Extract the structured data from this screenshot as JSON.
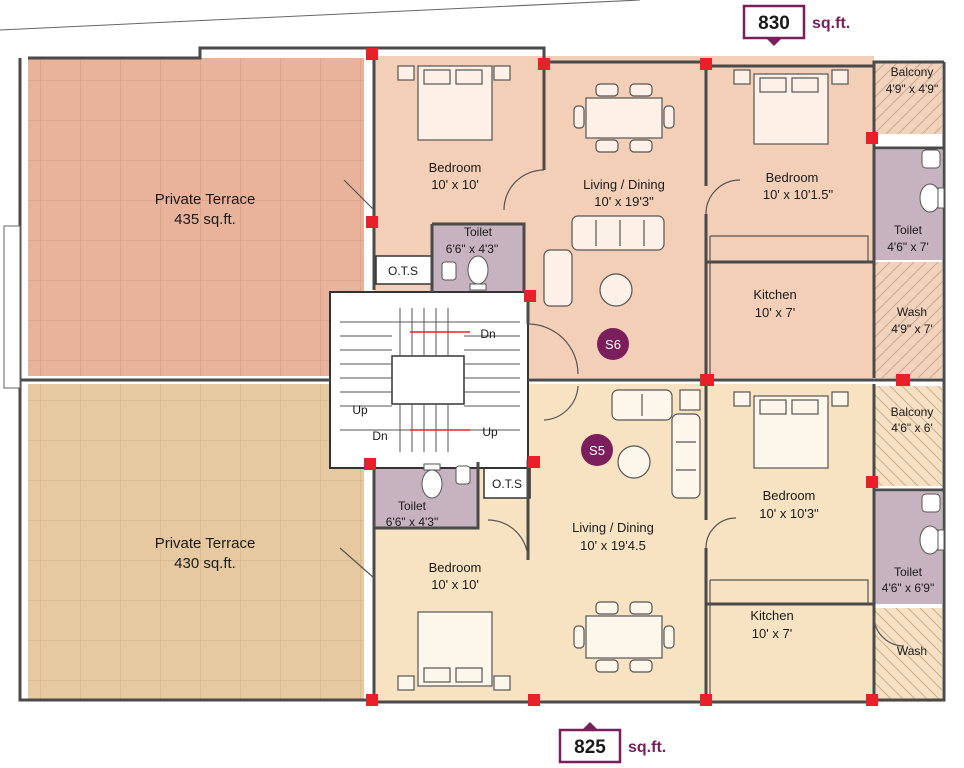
{
  "areas": {
    "top_value": "830",
    "top_unit": "sq.ft.",
    "bottom_value": "825",
    "bottom_unit": "sq.ft."
  },
  "units": {
    "s6": "S6",
    "s5": "S5"
  },
  "terraces": {
    "upper_name": "Private Terrace",
    "upper_area": "435  sq.ft.",
    "lower_name": "Private Terrace",
    "lower_area": "430  sq.ft."
  },
  "s6_rooms": {
    "bedroom1_name": "Bedroom",
    "bedroom1_size": "10' x 10'",
    "living_name": "Living / Dining",
    "living_size": "10' x 19'3\"",
    "bedroom2_name": "Bedroom",
    "bedroom2_size": "10' x 10'1.5\"",
    "balcony_name": "Balcony",
    "balcony_size": "4'9\" x 4'9\"",
    "toilet1_name": "Toilet",
    "toilet1_size": "6'6\" x 4'3\"",
    "toilet2_name": "Toilet",
    "toilet2_size": "4'6\" x 7'",
    "kitchen_name": "Kitchen",
    "kitchen_size": "10' x 7'",
    "wash_name": "Wash",
    "wash_size": "4'9\" x 7'",
    "ots": "O.T.S"
  },
  "s5_rooms": {
    "toilet1_name": "Toilet",
    "toilet1_size": "6'6\" x 4'3\"",
    "ots": "O.T.S",
    "living_name": "Living / Dining",
    "living_size": "10' x 19'4.5",
    "bedroom1_name": "Bedroom",
    "bedroom1_size": "10' x 10'",
    "bedroom2_name": "Bedroom",
    "bedroom2_size": "10' x 10'3\"",
    "balcony_name": "Balcony",
    "balcony_size": "4'6\" x 6'",
    "toilet2_name": "Toilet",
    "toilet2_size": "4'6\" x 6'9\"",
    "kitchen_name": "Kitchen",
    "kitchen_size": "10' x 7'",
    "wash_name": "Wash"
  },
  "stairs": {
    "dn_top": "Dn",
    "up_left": "Up",
    "dn_left": "Dn",
    "up_right": "Up"
  },
  "colors": {
    "terrace_upper": "#e8b39a",
    "terrace_lower": "#e6c9a0",
    "s6_fill": "#f3cfb8",
    "s5_fill": "#f7e2c2",
    "toilet_fill": "#c7b3bf",
    "accent": "#7a1f5c",
    "column": "#e8202a",
    "wall": "#4a4a4a"
  }
}
